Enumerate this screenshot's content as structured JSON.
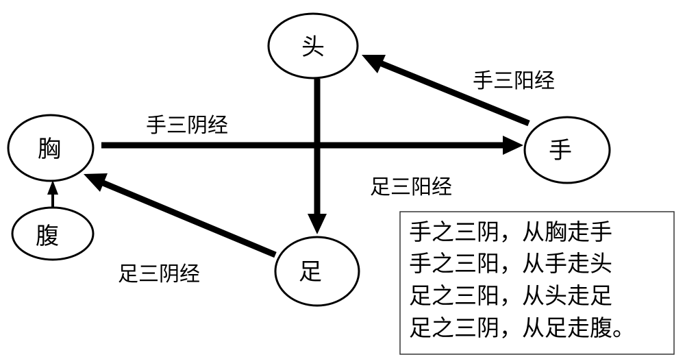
{
  "nodes": {
    "head": "头",
    "chest": "胸",
    "hand": "手",
    "abdomen": "腹",
    "foot": "足"
  },
  "edges": {
    "hand_three_yin": "手三阴经",
    "hand_three_yang": "手三阳经",
    "foot_three_yang": "足三阳经",
    "foot_three_yin": "足三阴经"
  },
  "legend": [
    "手之三阴，从胸走手",
    "手之三阳，从手走头",
    "足之三阳，从头走足",
    "足之三阴，从足走腹。"
  ]
}
